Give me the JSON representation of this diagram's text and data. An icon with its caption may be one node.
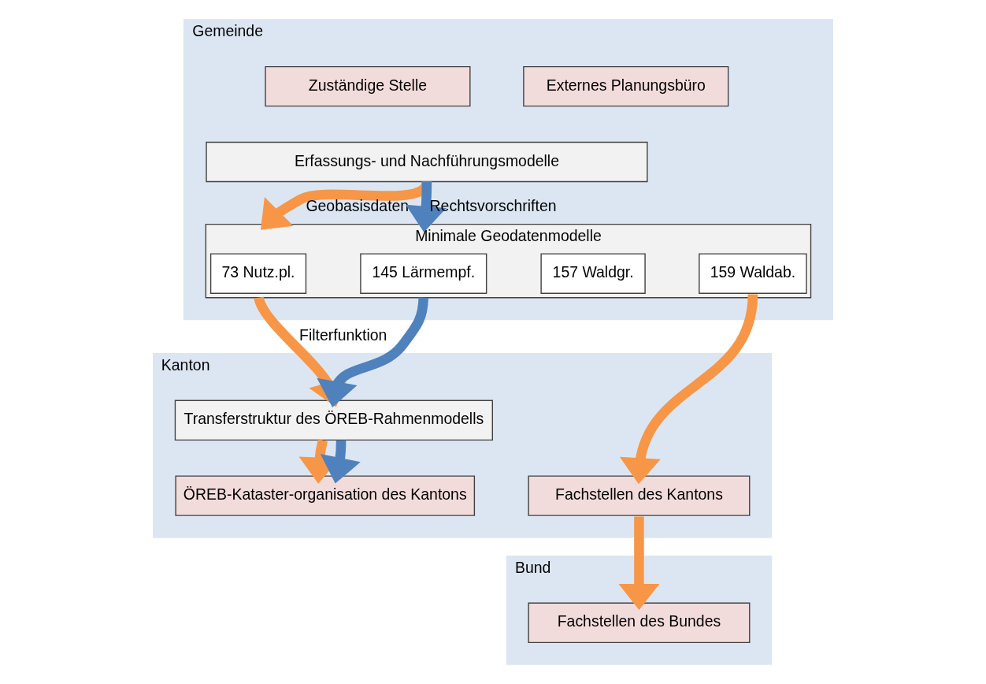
{
  "diagram": {
    "nodes": [
      {
        "text": [
          "Gemeinde"
        ]
      },
      {
        "text": [
          "Zuständige Stelle"
        ],
        "in": 0
      },
      {
        "text": [
          "Externes Planungsbüro"
        ],
        "in": 0
      },
      {
        "text": [
          "Erfassungs- und Nachführungsmodelle"
        ],
        "in": 0
      },
      {
        "text": [
          "Minimale Geodatenmodelle"
        ],
        "in": 0
      },
      {
        "text": [
          "73 Nutz.pl."
        ],
        "in": 4
      },
      {
        "text": [
          "145 Lärmempf."
        ],
        "in": 4
      },
      {
        "text": [
          "157 Waldgr."
        ],
        "in": 4
      },
      {
        "text": [
          "159 Waldab."
        ],
        "in": 4
      },
      {
        "text": [
          "Kanton"
        ]
      },
      {
        "text": [
          "Transferstruktur des ÖREB-Rahmenmodells"
        ],
        "in": 9
      },
      {
        "text": [
          "ÖREB-Kataster-organisation des Kantons"
        ],
        "in": 9
      },
      {
        "text": [
          "Fachstellen des Kantons"
        ],
        "in": 9
      },
      {
        "text": [
          "Bund"
        ]
      },
      {
        "text": [
          "Fachstellen des Bundes"
        ],
        "in": 13
      }
    ],
    "edges": [
      {
        "from": 3,
        "to": 4,
        "arrow": "to",
        "label": "Geobasisdaten"
      },
      {
        "from": 3,
        "to": 4,
        "arrow": "to",
        "label": "Rechtsvorschriften",
        "color": "#4f81bd"
      },
      {
        "from": 4,
        "to": 10,
        "arrow": "to",
        "label": "Filterfunktion"
      },
      {
        "from": 4,
        "to": 10,
        "arrow": "to",
        "color": "#4f81bd"
      },
      {
        "from": 10,
        "to": 11,
        "arrow": "to"
      },
      {
        "from": 10,
        "to": 11,
        "arrow": "to",
        "color": "#4f81bd"
      },
      {
        "from": 8,
        "to": 12,
        "arrow": "to"
      },
      {
        "from": 12,
        "to": 14,
        "arrow": "to"
      }
    ]
  }
}
